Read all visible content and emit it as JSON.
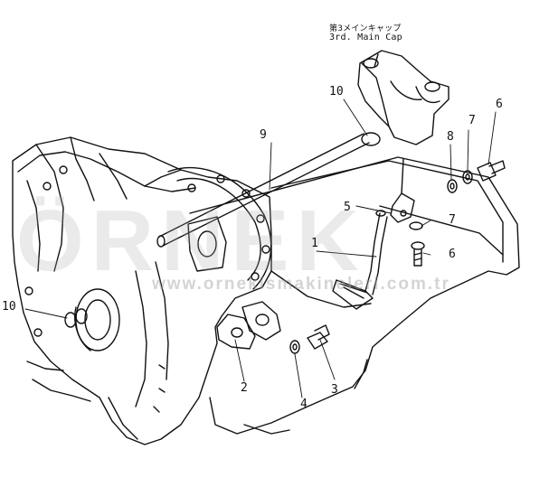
{
  "caption": {
    "jp": "第3メインキャップ",
    "en": "3rd. Main Cap"
  },
  "callouts": {
    "n10_top": "10",
    "n9": "9",
    "n8": "8",
    "n7_top": "7",
    "n6_top": "6",
    "n5": "5",
    "n7_mid": "7",
    "n6_mid": "6",
    "n1": "1",
    "n10_left": "10",
    "n2": "2",
    "n4": "4",
    "n3": "3"
  },
  "watermark": {
    "logo": "ÖRNEK",
    "text": "www.ornekismakineleri.com.tr"
  },
  "colors": {
    "line": "#111111",
    "accent": "#f2c200"
  }
}
